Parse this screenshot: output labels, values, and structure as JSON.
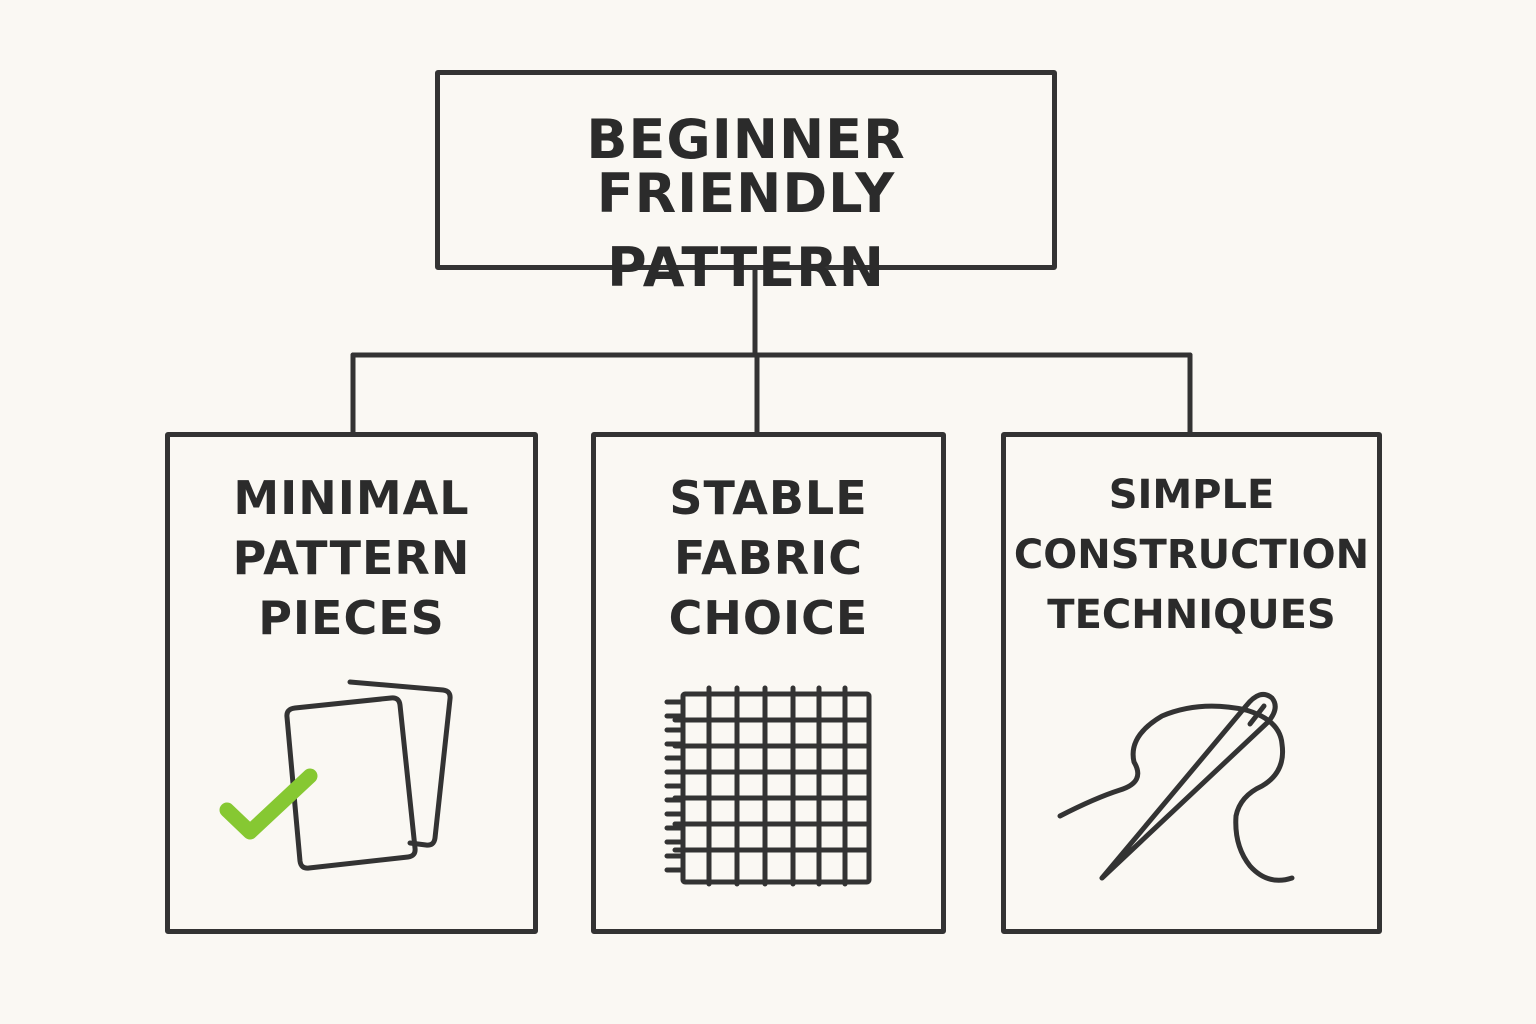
{
  "root": {
    "lines": [
      "BEGINNER FRIENDLY",
      "PATTERN"
    ]
  },
  "children": [
    {
      "lines": [
        "MINIMAL",
        "PATTERN",
        "PIECES"
      ],
      "icon": "pattern-pieces-check-icon"
    },
    {
      "lines": [
        "STABLE",
        "FABRIC",
        "CHOICE"
      ],
      "icon": "woven-fabric-grid-icon"
    },
    {
      "lines": [
        "SIMPLE",
        "CONSTRUCTION",
        "TECHNIQUES"
      ],
      "icon": "needle-and-thread-icon"
    }
  ],
  "colors": {
    "background": "#faf8f3",
    "stroke": "#333333",
    "accent": "#86c832"
  }
}
